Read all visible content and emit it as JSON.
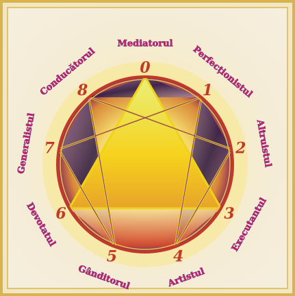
{
  "enneagram": {
    "points": [
      {
        "number": "0",
        "label": "Mediatorul"
      },
      {
        "number": "1",
        "label": "Perfecționistul"
      },
      {
        "number": "2",
        "label": "Altruistul"
      },
      {
        "number": "3",
        "label": "Executantul"
      },
      {
        "number": "4",
        "label": "Artistul"
      },
      {
        "number": "5",
        "label": "Gânditorul"
      },
      {
        "number": "6",
        "label": "Devotatul"
      },
      {
        "number": "7",
        "label": "Generalistul"
      },
      {
        "number": "8",
        "label": "Conducătorul"
      }
    ],
    "colors": {
      "label": "#c81e6e",
      "number": "#c0392b",
      "circle": "#c0392b",
      "triangle": "#f0d21c",
      "hexad": "#7a2a8a"
    }
  }
}
